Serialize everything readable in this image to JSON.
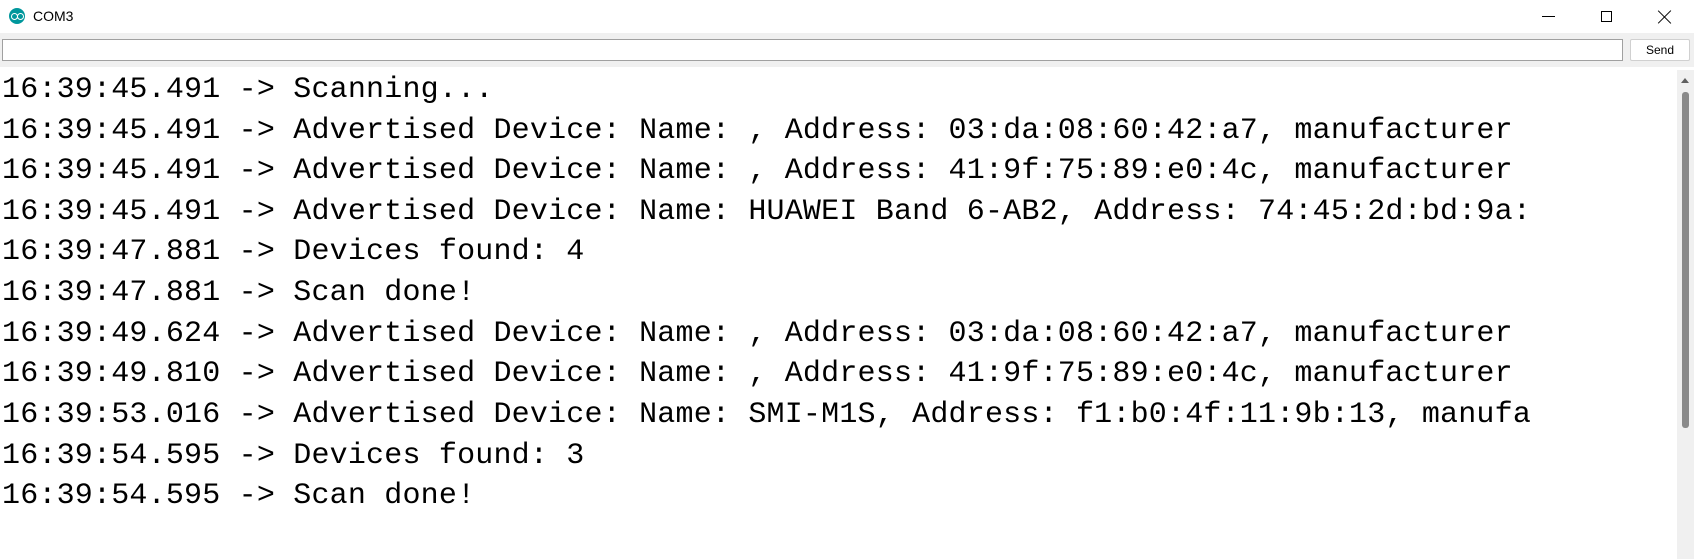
{
  "window": {
    "title": "COM3",
    "app_icon": "arduino-logo-icon",
    "controls": [
      "minimize-icon",
      "maximize-icon",
      "close-icon"
    ]
  },
  "send_bar": {
    "input_value": "",
    "button_label": "Send"
  },
  "log": {
    "lines": [
      "16:39:45.491 -> Scanning...",
      "16:39:45.491 -> Advertised Device: Name: , Address: 03:da:08:60:42:a7, manufacturer",
      "16:39:45.491 -> Advertised Device: Name: , Address: 41:9f:75:89:e0:4c, manufacturer",
      "16:39:45.491 -> Advertised Device: Name: HUAWEI Band 6-AB2, Address: 74:45:2d:bd:9a:",
      "16:39:47.881 -> Devices found: 4",
      "16:39:47.881 -> Scan done!",
      "16:39:49.624 -> Advertised Device: Name: , Address: 03:da:08:60:42:a7, manufacturer",
      "16:39:49.810 -> Advertised Device: Name: , Address: 41:9f:75:89:e0:4c, manufacturer",
      "16:39:53.016 -> Advertised Device: Name: SMI-M1S, Address: f1:b0:4f:11:9b:13, manufa",
      "16:39:54.595 -> Devices found: 3",
      "16:39:54.595 -> Scan done!"
    ]
  }
}
